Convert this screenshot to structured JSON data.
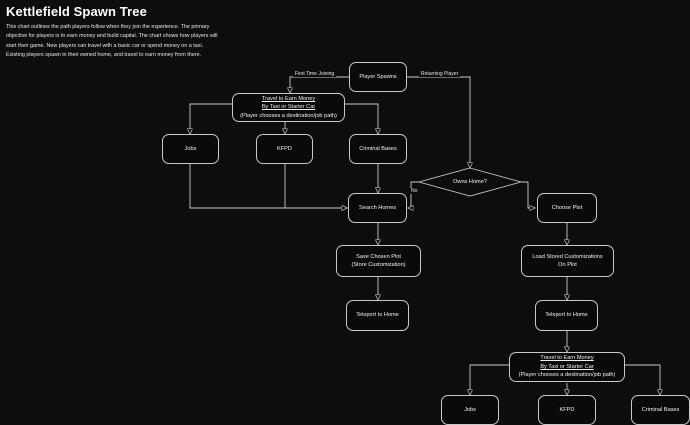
{
  "page": {
    "title": "Kettlefield Spawn Tree",
    "description": "This chart outlines the path players follow when they join the experience. The primary objective for players is to earn money and build capital. The chart shows how players will start their game. New players can travel with a basic car or spend money on a taxi. Existing players spawn in their owned home, and travel to earn money from there.",
    "background_color": "#0d0d0d",
    "node_border_color": "#c9c9c9",
    "text_color": "#ffffff"
  },
  "chart_data": {
    "type": "diagram",
    "title": "Kettlefield Spawn Tree",
    "nodes": [
      {
        "id": "player_spawns",
        "label": "Player Spawns",
        "shape": "rounded-rect"
      },
      {
        "id": "travel_top",
        "label": "Travel to Earn Money\nBy Taxi or Starter Car\n(Player chooses a destination/job path)",
        "shape": "rounded-rect"
      },
      {
        "id": "jobs_top",
        "label": "Jobs",
        "shape": "rounded-rect"
      },
      {
        "id": "kfpd_top",
        "label": "KFPD",
        "shape": "rounded-rect"
      },
      {
        "id": "criminal_top",
        "label": "Criminal Bases",
        "shape": "rounded-rect"
      },
      {
        "id": "search_homes",
        "label": "Search Homes",
        "shape": "rounded-rect"
      },
      {
        "id": "owns_home",
        "label": "Owns Home?",
        "shape": "diamond"
      },
      {
        "id": "choose_plot",
        "label": "Choose Plot",
        "shape": "rounded-rect"
      },
      {
        "id": "save_plot",
        "label": "Save Chosen Plot\n(Store Customization)",
        "shape": "rounded-rect"
      },
      {
        "id": "teleport_left",
        "label": "Teleport to Home",
        "shape": "rounded-rect"
      },
      {
        "id": "load_custom",
        "label": "Load Stored Customizations\nOn Plot",
        "shape": "rounded-rect"
      },
      {
        "id": "teleport_right",
        "label": "Teleport to Home",
        "shape": "rounded-rect"
      },
      {
        "id": "travel_bottom",
        "label": "Travel to Earn Money\nBy Taxi or Starter Car\n(Player chooses a destination/job path)",
        "shape": "rounded-rect"
      },
      {
        "id": "jobs_bottom",
        "label": "Jobs",
        "shape": "rounded-rect"
      },
      {
        "id": "kfpd_bottom",
        "label": "KFPD",
        "shape": "rounded-rect"
      },
      {
        "id": "criminal_bottom",
        "label": "Criminal Bases",
        "shape": "rounded-rect"
      }
    ],
    "edges": [
      {
        "from": "player_spawns",
        "to": "travel_top",
        "label": "First Time Joining"
      },
      {
        "from": "player_spawns",
        "to": "owns_home",
        "label": "Returning Player"
      },
      {
        "from": "travel_top",
        "to": "jobs_top",
        "label": ""
      },
      {
        "from": "travel_top",
        "to": "kfpd_top",
        "label": ""
      },
      {
        "from": "travel_top",
        "to": "criminal_top",
        "label": ""
      },
      {
        "from": "jobs_top",
        "to": "search_homes",
        "label": ""
      },
      {
        "from": "kfpd_top",
        "to": "search_homes",
        "label": ""
      },
      {
        "from": "criminal_top",
        "to": "search_homes",
        "label": ""
      },
      {
        "from": "owns_home",
        "to": "search_homes",
        "label": "No"
      },
      {
        "from": "owns_home",
        "to": "choose_plot",
        "label": ""
      },
      {
        "from": "search_homes",
        "to": "save_plot",
        "label": ""
      },
      {
        "from": "save_plot",
        "to": "teleport_left",
        "label": ""
      },
      {
        "from": "choose_plot",
        "to": "load_custom",
        "label": ""
      },
      {
        "from": "load_custom",
        "to": "teleport_right",
        "label": ""
      },
      {
        "from": "teleport_right",
        "to": "travel_bottom",
        "label": ""
      },
      {
        "from": "travel_bottom",
        "to": "jobs_bottom",
        "label": ""
      },
      {
        "from": "travel_bottom",
        "to": "kfpd_bottom",
        "label": ""
      },
      {
        "from": "travel_bottom",
        "to": "criminal_bottom",
        "label": ""
      }
    ]
  },
  "nodes": {
    "player_spawns": {
      "label": "Player Spawns"
    },
    "travel_top": {
      "line1": "Travel to Earn Money",
      "line2": "By Taxi or Starter Car",
      "line3": "(Player chooses a destination/job path)"
    },
    "jobs_top": {
      "label": "Jobs"
    },
    "kfpd_top": {
      "label": "KFPD"
    },
    "criminal_top": {
      "label": "Criminal Bases"
    },
    "search_homes": {
      "label": "Search Homes"
    },
    "owns_home": {
      "label": "Owns Home?"
    },
    "choose_plot": {
      "label": "Choose Plot"
    },
    "save_plot": {
      "line1": "Save Chosen Plot",
      "line2": "(Store Customization)"
    },
    "teleport_left": {
      "label": "Teleport to Home"
    },
    "load_custom": {
      "line1": "Load Stored Customizations",
      "line2": "On Plot"
    },
    "teleport_right": {
      "label": "Teleport to Home"
    },
    "travel_bottom": {
      "line1": "Travel to Earn Money",
      "line2": "By Taxi or Starter Car",
      "line3": "(Player chooses a destination/job path)"
    },
    "jobs_bottom": {
      "label": "Jobs"
    },
    "kfpd_bottom": {
      "label": "KFPD"
    },
    "criminal_bottom": {
      "label": "Criminal Bases"
    }
  },
  "edge_labels": {
    "first_time_joining": "First Time Joining",
    "returning_player": "Returning Player",
    "no": "No"
  }
}
